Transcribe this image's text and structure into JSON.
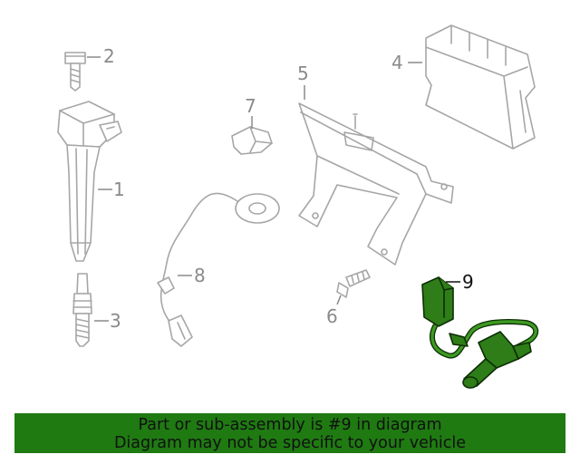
{
  "callouts": {
    "c1": "1",
    "c2": "2",
    "c3": "3",
    "c4": "4",
    "c5": "5",
    "c6": "6",
    "c7": "7",
    "c8": "8",
    "c9": "9"
  },
  "highlight": {
    "part_number": "9",
    "color": "#2e7d18"
  },
  "banner": {
    "line1": "Part or sub-assembly is #9 in diagram",
    "line2": "Diagram may not be specific to your vehicle",
    "background": "#1f7a12"
  }
}
